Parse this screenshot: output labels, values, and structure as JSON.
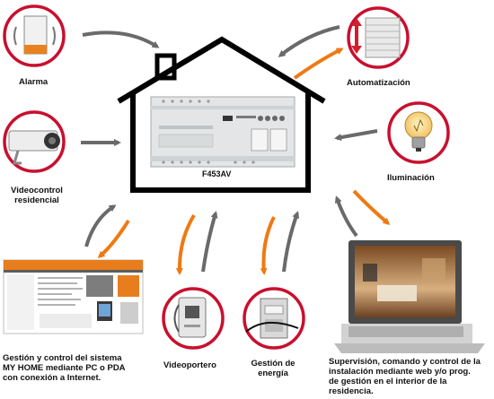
{
  "device": {
    "code": "F453AV"
  },
  "labels": {
    "alarma": "Alarma",
    "automatizacion": "Automatización",
    "videocontrol_1": "Videocontrol",
    "videocontrol_2": "residencial",
    "iluminacion": "Iluminación",
    "pc_1": "Gestión y control del sistema",
    "pc_2": "MY HOME mediante PC o PDA",
    "pc_3": "con conexión a Internet.",
    "videoportero": "Videoportero",
    "energia_1": "Gestión de",
    "energia_2": "energía",
    "laptop_1": "Supervisión, comando y control de la",
    "laptop_2": "instalación mediante web y/o prog.",
    "laptop_3": "de gestión en el interior de la",
    "laptop_4": "residencia."
  },
  "colors": {
    "accent_orange": "#ee7a12",
    "arrow_gray": "#6a6a6a",
    "ring_red": "#c8102e"
  }
}
